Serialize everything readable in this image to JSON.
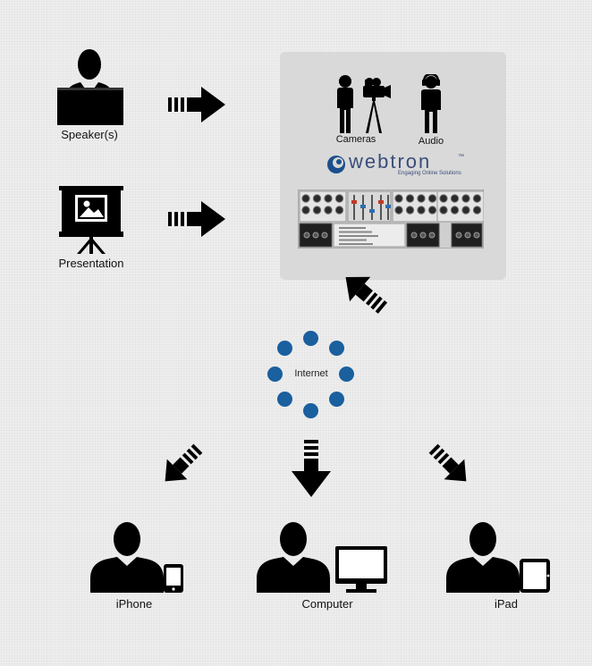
{
  "sources": {
    "speaker_label": "Speaker(s)",
    "presentation_label": "Presentation"
  },
  "production": {
    "cameras_label": "Cameras",
    "audio_label": "Audio",
    "logo_text": "webtron",
    "logo_trademark": "™",
    "logo_tagline": "Engaging Online Solutions"
  },
  "network": {
    "label": "Internet"
  },
  "viewers": {
    "iphone_label": "iPhone",
    "computer_label": "Computer",
    "ipad_label": "iPad"
  },
  "colors": {
    "dot": "#1a5f9e",
    "logo": "#3a4d7a",
    "panel": "#d9d9d9",
    "silhouette": "#000000"
  }
}
